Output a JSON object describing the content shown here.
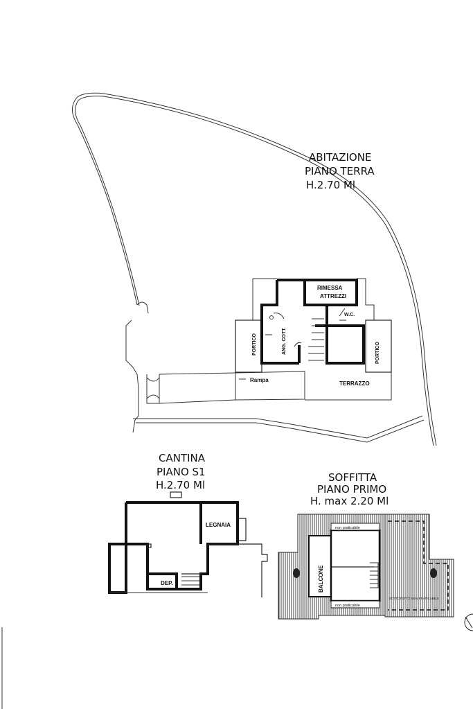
{
  "ground_floor": {
    "title_line1": "ABITAZIONE",
    "title_line2": "PIANO TERRA",
    "title_line3": "H.2.70 Ml",
    "rooms": {
      "rimessa_line1": "RIMESSA",
      "rimessa_line2": "ATTREZZI",
      "wc": "W.C.",
      "ang_cott": "ANG. COTT.",
      "portico_left": "PORTICO",
      "portico_right": "PORTICO",
      "rampa": "Rampa",
      "terrazzo": "TERRAZZO"
    }
  },
  "basement": {
    "title_line1": "CANTINA",
    "title_line2": "PIANO S1",
    "title_line3": "H.2.70 Ml",
    "rooms": {
      "legnaia": "LEGNAIA",
      "dep": "DEP."
    }
  },
  "attic": {
    "title_line1": "SOFFITTA",
    "title_line2": "PIANO PRIMO",
    "title_line3": "H. max 2.20 Ml",
    "rooms": {
      "balcone": "BALCONE",
      "non_praticabile_top": "non praticabile",
      "non_praticabile_bottom": "non praticabile",
      "sottotetto": "SOTTOTETTO NON PRATICABILE"
    }
  },
  "colors": {
    "ink": "#111111",
    "hatch": "#555555",
    "paper": "#ffffff"
  }
}
